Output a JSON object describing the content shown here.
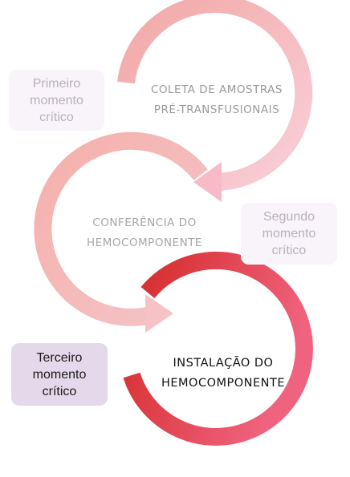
{
  "steps": [
    {
      "line1": "COLETA DE AMOSTRAS",
      "line2": "PRÉ-TRANSFUSIONAIS"
    },
    {
      "line1": "CONFERÊNCIA DO",
      "line2": "HEMOCOMPONENTE"
    },
    {
      "line1": "INSTALAÇÃO DO",
      "line2": "HEMOCOMPONENTE"
    }
  ],
  "moments": [
    {
      "line1": "Primeiro",
      "line2": "momento",
      "line3": "crítico"
    },
    {
      "line1": "Segundo",
      "line2": "momento",
      "line3": "crítico"
    },
    {
      "line1": "Terceiro",
      "line2": "momento",
      "line3": "crítico"
    }
  ],
  "colors": {
    "ring1_start": "#f2a8a6",
    "ring1_end": "#f9cbd6",
    "ring2_start": "#f4aaa6",
    "ring2_end": "#f6c7cb",
    "ring3_start": "#d9302c",
    "ring3_end": "#f06480",
    "moment_bg": "#f8f4f9",
    "moment_active_bg": "#e3d9ea"
  }
}
